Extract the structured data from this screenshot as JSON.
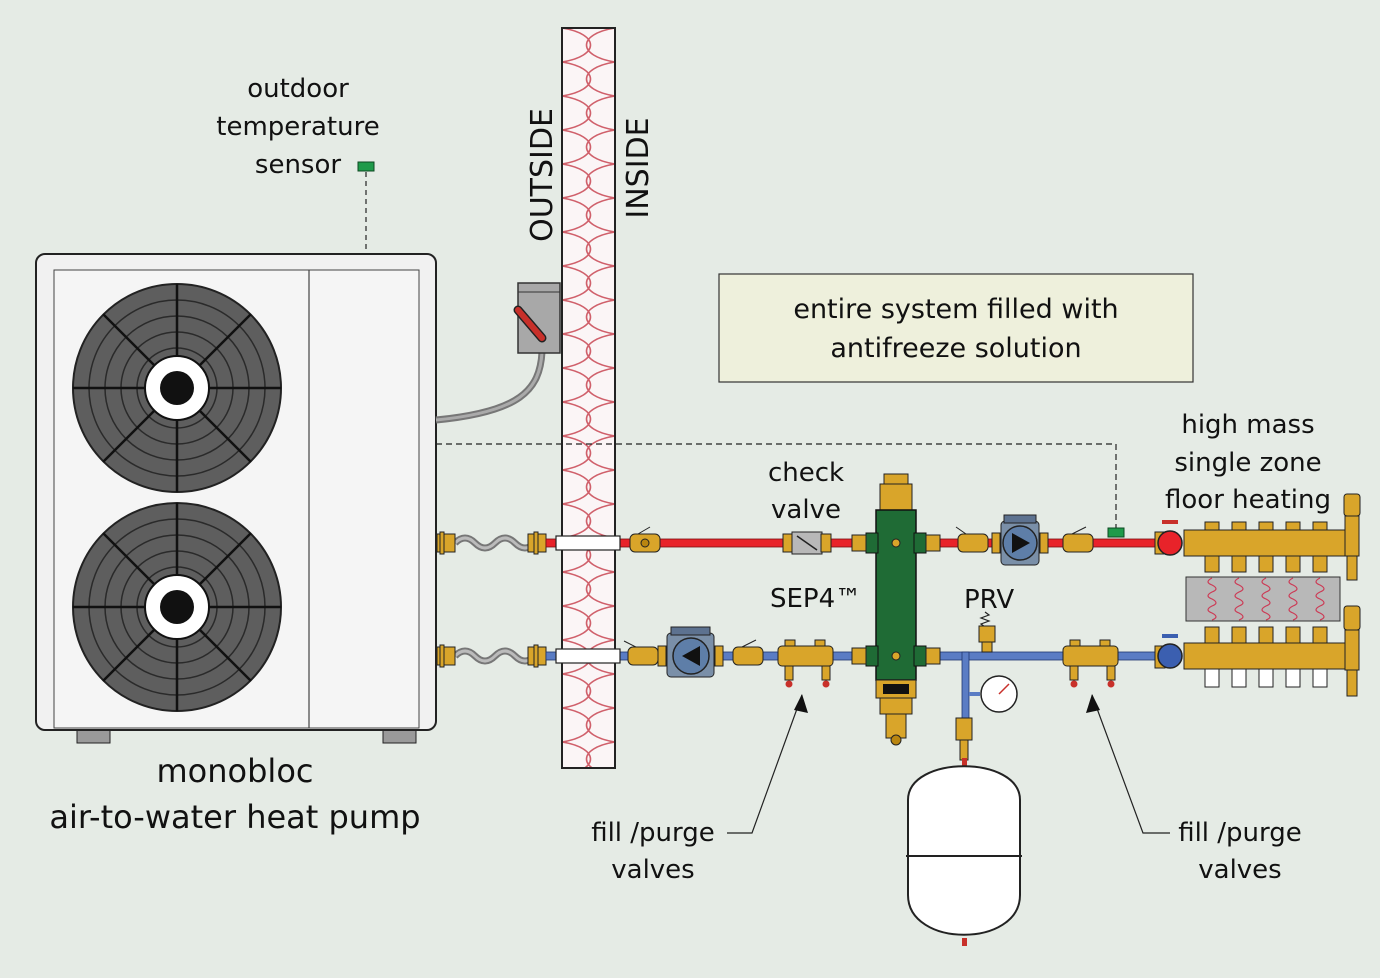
{
  "labels": {
    "sensor": [
      "outdoor",
      "temperature",
      "sensor"
    ],
    "outside": "OUTSIDE",
    "inside": "INSIDE",
    "note": [
      "entire system filled with",
      "antifreeze solution"
    ],
    "check_valve": [
      "check",
      "valve"
    ],
    "separator": "SEP4™",
    "prv": "PRV",
    "zone": [
      "high mass",
      "single zone",
      "floor heating"
    ],
    "heat_pump": [
      "monobloc",
      "air-to-water heat pump"
    ],
    "fill_purge_left": [
      "fill /purge",
      "valves"
    ],
    "fill_purge_right": [
      "fill /purge",
      "valves"
    ]
  },
  "colors": {
    "background": "#e5ebe5",
    "supply_pipe": "#e8232a",
    "return_pipe": "#5a7cc4",
    "separator": "#1f6b35",
    "brass": "#d9a52a",
    "insulation_wave": "#d0606b",
    "sensor": "#1f9a4a",
    "note_box": "#eef0dc"
  }
}
